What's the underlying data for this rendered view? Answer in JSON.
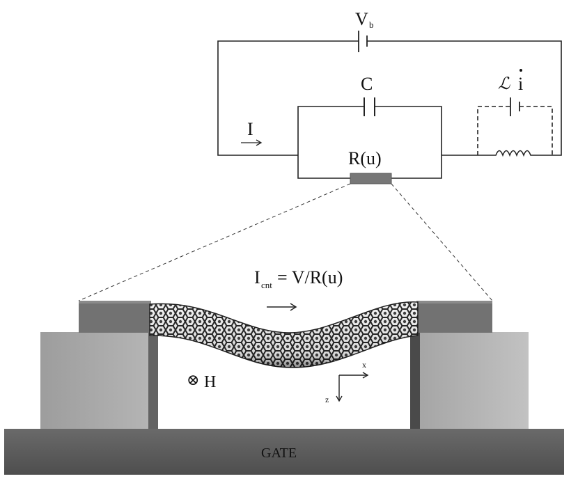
{
  "circuit": {
    "battery_label": "V",
    "battery_sub": "b",
    "capacitor_label": "C",
    "resistor_label": "R(u)",
    "current_label": "I",
    "inductor_script": "ℒ",
    "inductor_current": "i"
  },
  "device": {
    "current_label_main": "I",
    "current_label_sub": "cnt",
    "current_label_rest": "= V/R(u)",
    "field_symbol": "⊗",
    "field_label": "H",
    "axis_x": "x",
    "axis_z": "z",
    "gate_label": "GATE"
  },
  "colors": {
    "gate": "#5f5f5f",
    "pillar_front": "#a9a9a9",
    "pillar_shadow": "#6d6d6d",
    "contact_pad": "#727272",
    "resistor": "#777777",
    "wire": "#222222"
  }
}
